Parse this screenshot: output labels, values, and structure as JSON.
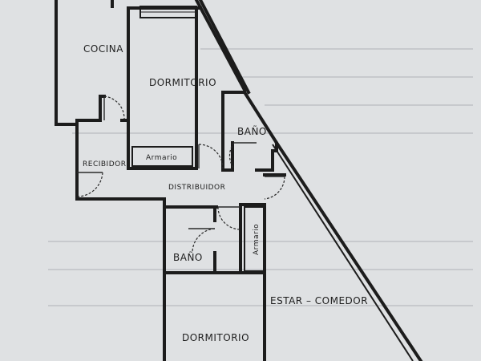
{
  "plan": {
    "rooms": {
      "cocina": "COCINA",
      "dormitorio_top": "DORMITORIO",
      "bano_top": "BAÑO",
      "recibidor": "RECIBIDOR",
      "armario_top": "Armario",
      "distribuidor": "DISTRIBUIDOR",
      "bano_bottom": "BAÑO",
      "armario_side": "Armario",
      "estar_comedor": "ESTAR – COMEDOR",
      "dormitorio_bottom": "DORMITORIO"
    }
  }
}
